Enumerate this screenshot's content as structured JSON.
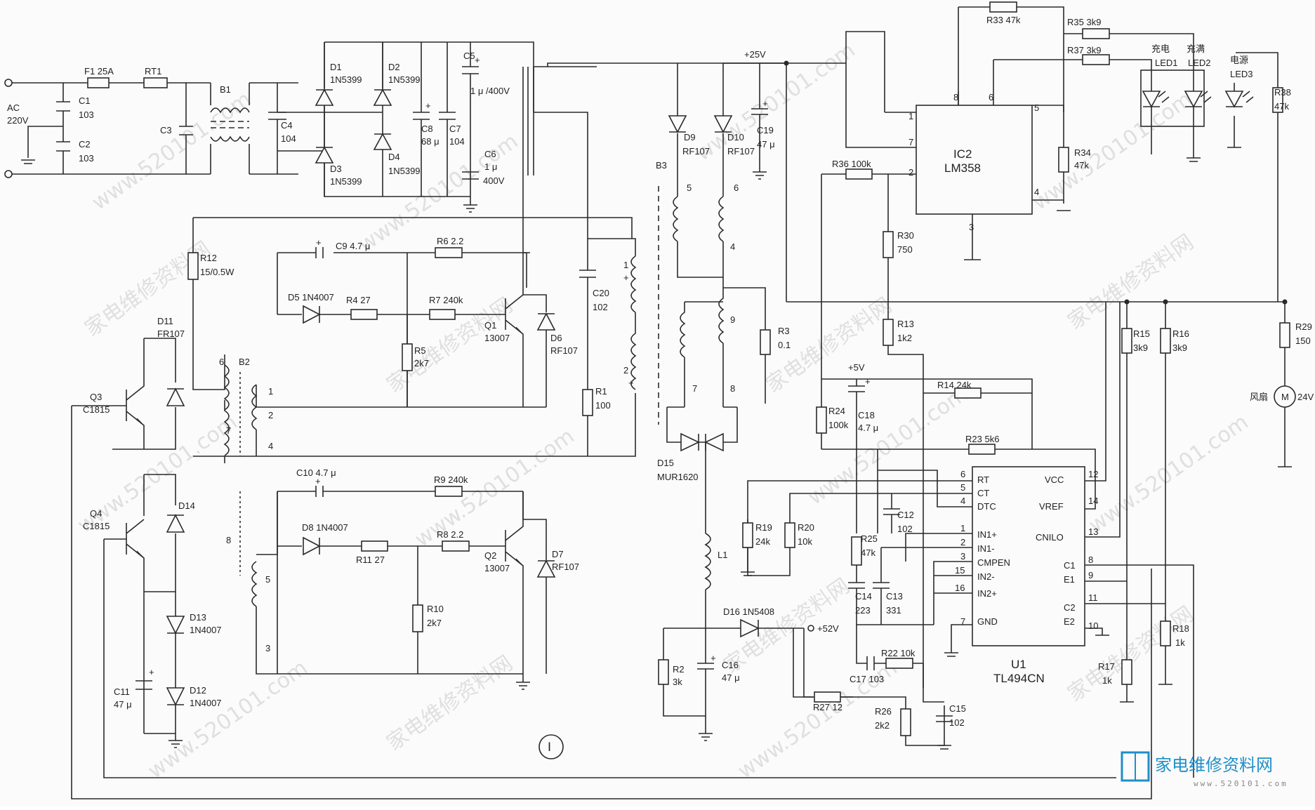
{
  "input": {
    "ac_label": "AC",
    "voltage_label": "220V"
  },
  "components": {
    "F1": "F1 25A",
    "RT1": "RT1",
    "B1": "B1",
    "C1": "C1",
    "C1v": "103",
    "C2": "C2",
    "C2v": "103",
    "C3": "C3",
    "C4": "C4",
    "C4v": "104",
    "D1": "D1",
    "D1v": "1N5399",
    "D2": "D2",
    "D2v": "1N5399",
    "D3": "D3",
    "D3v": "1N5399",
    "D4": "D4",
    "D4v": "1N5399",
    "C5": "C5",
    "C5v": "1 μ /400V",
    "C6": "C6",
    "C6v1": "1 μ",
    "C6v2": "400V",
    "C7": "C7",
    "C7v": "104",
    "C8": "C8",
    "C8v": "68 μ",
    "R12": "R12",
    "R12v": "15/0.5W",
    "C9": "C9 4.7 μ",
    "R6": "R6 2.2",
    "D5": "D5 1N4007",
    "R4": "R4 27",
    "R7": "R7 240k",
    "R5": "R5",
    "R5v": "2k7",
    "Q1": "Q1",
    "Q1v": "13007",
    "D6": "D6",
    "D6v": "RF107",
    "C20": "C20",
    "C20v": "102",
    "R1": "R1",
    "R1v": "100",
    "D11": "D11",
    "D11v": "FR107",
    "Q3": "Q3",
    "Q3v": "C1815",
    "Q4": "Q4",
    "Q4v": "C1815",
    "D14": "D14",
    "D13": "D13",
    "D13v": "1N4007",
    "D12": "D12",
    "D12v": "1N4007",
    "C11": "C11",
    "C11v": "47 μ",
    "B2": "B2",
    "C10": "C10 4.7 μ",
    "R9": "R9 240k",
    "D8": "D8 1N4007",
    "R11": "R11 27",
    "R8": "R8 2.2",
    "R10": "R10",
    "R10v": "2k7",
    "Q2": "Q2",
    "Q2v": "13007",
    "D7": "D7",
    "D7v": "RF107",
    "B3": "B3",
    "D9": "D9",
    "D9v": "RF107",
    "D10": "D10",
    "D10v": "RF107",
    "C19": "C19",
    "C19v": "47 μ",
    "R3": "R3",
    "R3v": "0.1",
    "D15": "D15",
    "D15v": "MUR1620",
    "L1": "L1",
    "D16": "D16 1N5408",
    "out52": "+52V",
    "R2": "R2",
    "R2v": "3k",
    "C16": "C16",
    "C16v": "47 μ",
    "plus25": "+25V",
    "plus5": "+5V",
    "R33": "R33 47k",
    "R35": "R35 3k9",
    "R37": "R37 3k9",
    "IC2": "IC2",
    "IC2v": "LM358",
    "R34": "R34",
    "R34v": "47k",
    "R36": "R36 100k",
    "R30": "R30",
    "R30v": "750",
    "R13": "R13",
    "R13v": "1k2",
    "R24": "R24",
    "R24v": "100k",
    "C18": "C18",
    "C18v": "4.7 μ",
    "R14": "R14 24k",
    "R23": "R23 5k6",
    "LED1cn": "充电",
    "LED2cn": "充满",
    "LED1": "LED1",
    "LED2": "LED2",
    "LED3cn": "电源",
    "LED3": "LED3",
    "R38": "R38",
    "R38v": "47k",
    "R29": "R29",
    "R29v": "150",
    "fan": "风扇",
    "fanv": "24V",
    "motor": "M",
    "R15": "R15",
    "R15v": "3k9",
    "R16": "R16",
    "R16v": "3k9",
    "R19": "R19",
    "R19v": "24k",
    "R20": "R20",
    "R20v": "10k",
    "C12": "C12",
    "C12v": "102",
    "R25": "R25",
    "R25v": "47k",
    "C14": "C14",
    "C14v": "223",
    "C13": "C13",
    "C13v": "331",
    "C17": "C17 103",
    "R22": "R22 10k",
    "R27": "R27 12",
    "R26": "R26",
    "R26v": "2k2",
    "C15": "C15",
    "C15v": "102",
    "R17": "R17",
    "R17v": "1k",
    "R18": "R18",
    "R18v": "1k",
    "U1": "U1",
    "U1v": "TL494CN"
  },
  "ic_pins": {
    "lm358": [
      "1",
      "2",
      "3",
      "4",
      "5",
      "6",
      "7",
      "8"
    ],
    "tl494_left": [
      {
        "num": "6",
        "name": "RT"
      },
      {
        "num": "5",
        "name": "CT"
      },
      {
        "num": "4",
        "name": "DTC"
      },
      {
        "num": "1",
        "name": "IN1+"
      },
      {
        "num": "2",
        "name": "IN1-"
      },
      {
        "num": "3",
        "name": "CMPEN"
      },
      {
        "num": "15",
        "name": "IN2-"
      },
      {
        "num": "16",
        "name": "IN2+"
      },
      {
        "num": "7",
        "name": "GND"
      }
    ],
    "tl494_right": [
      {
        "num": "12",
        "name": "VCC"
      },
      {
        "num": "14",
        "name": "VREF"
      },
      {
        "num": "13",
        "name": "CNILO"
      },
      {
        "num": "8",
        "name": "C1"
      },
      {
        "num": "9",
        "name": "E1"
      },
      {
        "num": "11",
        "name": "C2"
      },
      {
        "num": "10",
        "name": "E2"
      }
    ]
  },
  "winding_numbers": {
    "b2": [
      "6",
      "7",
      "8",
      "1",
      "2",
      "4",
      "5",
      "3"
    ],
    "b3": [
      "5",
      "6",
      "4",
      "9",
      "7",
      "8",
      "1",
      "2"
    ]
  },
  "figure_marker": "Ⅰ",
  "watermark": {
    "text": "www.520101.com",
    "cn": "家电维修资料网"
  },
  "brand": {
    "name": "家电维修资料网",
    "url": "www.520101.com"
  }
}
